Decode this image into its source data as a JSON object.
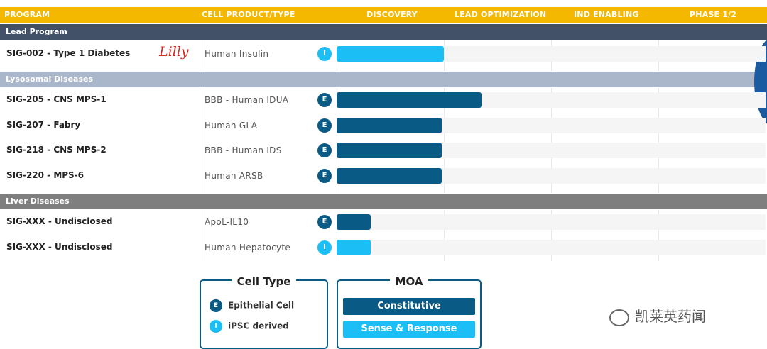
{
  "header": {
    "program": "PROGRAM",
    "cell_type": "CELL PRODUCT/TYPE",
    "stages": [
      "DISCOVERY",
      "LEAD OPTIMIZATION",
      "IND ENABLING",
      "PHASE 1/2"
    ]
  },
  "sections": {
    "lead": "Lead Program",
    "lyso": "Lysosomal Diseases",
    "liver": "Liver Diseases"
  },
  "partner_logo": "Lilly",
  "chart_data": {
    "type": "bar",
    "orientation": "horizontal",
    "stages": [
      "DISCOVERY",
      "LEAD OPTIMIZATION",
      "IND ENABLING",
      "PHASE 1/2"
    ],
    "rows": [
      {
        "program": "SIG-002 - Type 1 Diabetes",
        "cell": "Human Insulin",
        "type": "I",
        "progress": 1.0
      },
      {
        "program": "SIG-205 - CNS MPS-1",
        "cell": "BBB - Human IDUA",
        "type": "E",
        "progress": 1.35
      },
      {
        "program": "SIG-207 - Fabry",
        "cell": "Human GLA",
        "type": "E",
        "progress": 0.98
      },
      {
        "program": "SIG-218 - CNS MPS-2",
        "cell": "BBB - Human IDS",
        "type": "E",
        "progress": 0.98
      },
      {
        "program": "SIG-220 - MPS-6",
        "cell": "Human ARSB",
        "type": "E",
        "progress": 0.98
      },
      {
        "program": "SIG-XXX - Undisclosed",
        "cell": "ApoL-IL10",
        "type": "E",
        "progress": 0.32
      },
      {
        "program": "SIG-XXX - Undisclosed",
        "cell": "Human Hepatocyte",
        "type": "I",
        "progress": 0.32
      }
    ],
    "colors": {
      "E": "#0a5a86",
      "I": "#1cbff5"
    }
  },
  "legend_cell": {
    "title": "Cell Type",
    "items": [
      {
        "badge": "E",
        "label": "Epithelial Cell"
      },
      {
        "badge": "I",
        "label": "iPSC derived"
      }
    ]
  },
  "legend_moa": {
    "title": "MOA",
    "items": [
      "Constitutive",
      "Sense & Response"
    ]
  },
  "watermark": "凯莱英药闻"
}
